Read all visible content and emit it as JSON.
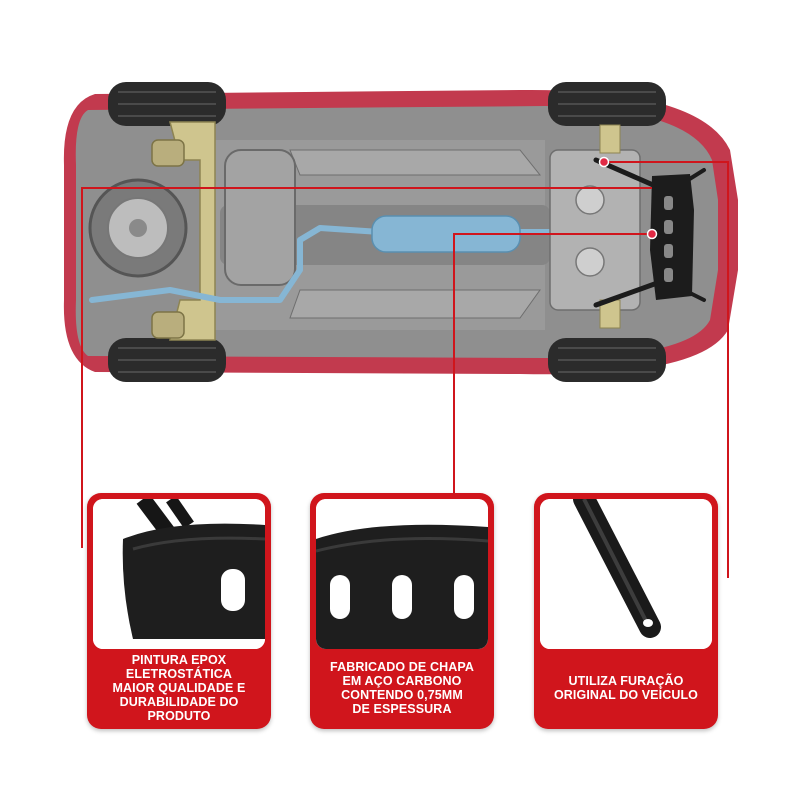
{
  "features": [
    {
      "caption": "PINTURA EPOX\nELETROSTÁTICA\nMAIOR QUALIDADE E\nDURABILIDADE DO PRODUTO"
    },
    {
      "caption": "FABRICADO DE CHAPA\nEM AÇO CARBONO\nCONTENDO 0,75MM\nDE ESPESSURA"
    },
    {
      "caption": "UTILIZA FURAÇÃO\nORIGINAL DO VEÍCULO"
    }
  ],
  "colors": {
    "accent_red": "#d0151c",
    "car_body": "#c23a4e",
    "underbody": "#8f8f8f",
    "exhaust": "#86b6d4",
    "plate": "#1c1c1c"
  }
}
